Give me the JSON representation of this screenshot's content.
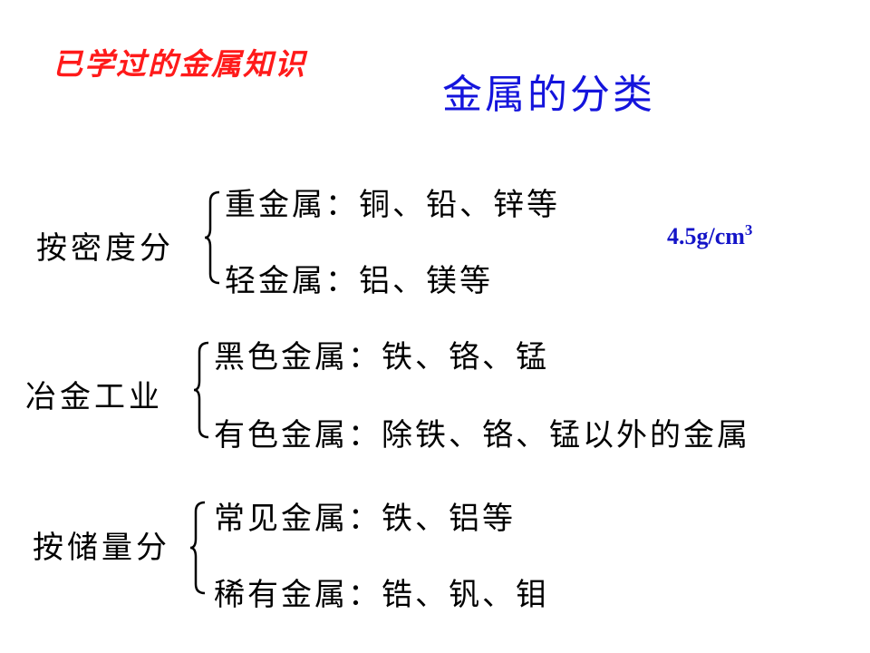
{
  "header": {
    "subtitle_red": "已学过的金属知识",
    "title": "金属的分类"
  },
  "density_note": {
    "value": "4.5g/cm",
    "exponent": "3"
  },
  "groups": [
    {
      "category": "按密度分",
      "items": [
        "重金属：铜、铅、锌等",
        "轻金属：铝、镁等"
      ]
    },
    {
      "category": "冶金工业",
      "items": [
        "黑色金属：铁、铬、锰",
        "有色金属：除铁、铬、锰以外的金属"
      ]
    },
    {
      "category": "按储量分",
      "items": [
        "常见金属：铁、铝等",
        "稀有金属：锆、钒、钼"
      ]
    }
  ]
}
